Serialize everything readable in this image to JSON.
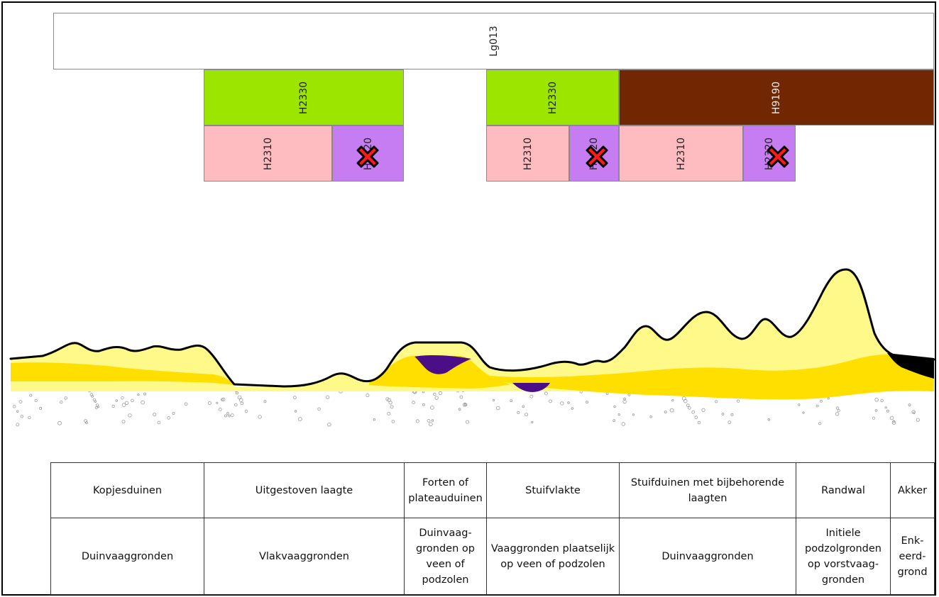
{
  "colors": {
    "h2330": "#9ce500",
    "h9190": "#722703",
    "h2310": "#ffbcc0",
    "h2320": "#c77df2",
    "sand_light": "#fff98a",
    "sand_dark": "#ffdf00",
    "peat": "#4b0e86",
    "cross_fill": "#ff1a1a"
  },
  "habitat_bars": {
    "lg013": "Lg013",
    "h2330_left": "H2330",
    "h2330_mid": "H2330",
    "h9190": "H9190",
    "h2310_a": "H2310",
    "h2310_b": "H2310",
    "h2310_c": "H2310",
    "h2320_a": "H2320",
    "h2320_b": "H2320",
    "h2320_c": "H2320"
  },
  "absent_marker_icon": "red-cross-icon",
  "legend_table": {
    "landforms": [
      "Kopjesduinen",
      "Uitgestoven laagte",
      "Forten of plateauduinen",
      "Stuifvlakte",
      "Stuifduinen met bijbehorende laagten",
      "Randwal",
      "Akker"
    ],
    "soils": [
      "Duinvaaggronden",
      "Vlakvaaggronden",
      "Duinvaag-gronden op veen of podzolen",
      "Vaaggronden plaatselijk op veen of podzolen",
      "Duinvaaggronden",
      "Initiele podzolgronden op vorstvaag-gronden",
      "Enk-eerd-grond"
    ]
  }
}
